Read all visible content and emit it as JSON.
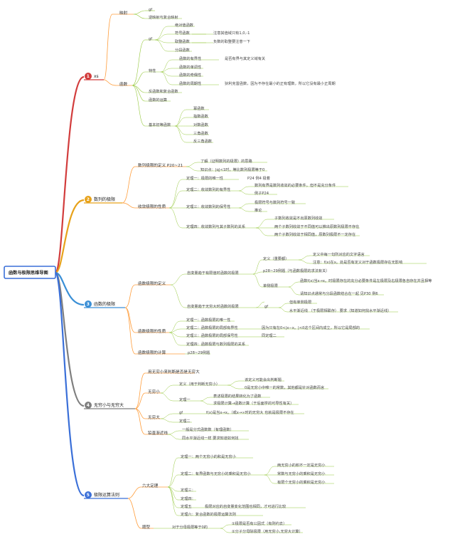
{
  "root": "函数与极限思维导图",
  "colors": {
    "root": "#3a6fd8",
    "b1": "#d23c3c",
    "b2": "#e7a21a",
    "b3": "#3a8fd6",
    "b4": "#7f7f7f",
    "b5": "#3a6fd8",
    "sub": "#ff9d3b",
    "leaf": "#95c83c"
  },
  "branches": [
    {
      "num": "1",
      "label": "xs"
    },
    {
      "num": "2",
      "label": "数列的极限"
    },
    {
      "num": "3",
      "label": "函数的极限"
    },
    {
      "num": "4",
      "label": "无穷小与无穷大"
    },
    {
      "num": "5",
      "label": "极限运算法则"
    }
  ],
  "b1": {
    "yingshe": "映射",
    "y_sup": "gf",
    "y_comp": "逆映射与复合映射",
    "hanshu": "函数",
    "gf": "gf",
    "g1": "绝对值函数",
    "g2": "符号函数",
    "g2n": "注意其值域只有1,0,-1",
    "g3": "取整函数",
    "g3n": "负数的取整要注意一下",
    "g4": "分段函数",
    "texing": "特性",
    "tx1": "函数的有界性",
    "tx1n": "是否有界与其定义域有关",
    "tx2": "函数的单调性",
    "tx3": "函数的奇偶性",
    "tx4": "函数的周期性",
    "tx4n": "狄利克雷函数，因为不存在最小的正有理数，所以它没有最小正周期",
    "h3": "反函数和复合函数",
    "h4": "函数的运算",
    "h5": "基本初等函数",
    "e1": "幂函数",
    "e2": "指数函数",
    "e3": "对数函数",
    "e4": "三角函数",
    "e5": "反三角函数"
  },
  "b2": {
    "def": "数列极限的定义 P20~21",
    "d1": "了解（证明数列的极限）的思路",
    "d2": "知识点：|q|<1时，等比数列极限等于0",
    "prop": "收敛极限的性质",
    "p1": "定理一：极限的唯一性",
    "p1n": "P24 例4 极着",
    "p2": "定理二：收敛数列的有界性",
    "p2a": "数列有界是数列收敛的必要条件，但不是充分条件",
    "p2b": "例子P24",
    "p3": "定理三：收敛数列的保号性",
    "p3a": "极限符号与数列符号一致",
    "p3b": "推论",
    "p4": "定理四：收敛数列与其子数列的关系",
    "p4a": "子数列收敛是不出原数列收敛",
    "p4b": "两个子数列收敛于不同值可以推出原数列极限不存在",
    "p4c": "两个子数列收敛于相同值，原数列极限不一定存在"
  },
  "b3": {
    "def": "函数极限的定义",
    "x0": "自变量趋于有限值时函数的极限",
    "x0a": "定义（重要都）",
    "x0a1": "定义中每一句所对应的文字语言",
    "x0a2": "注意：f(x)在x。处是否有定义对于函数极限存在无影响",
    "x0b": "p28~29例题（与函数极限的求法有关）",
    "x0c": "单侧极限",
    "x0c1": "函数f(x)当x→x。时极限存在的充分必要条件是左极限及右极限各自存在并且相等",
    "x0c2": "请知识点通常与分段函数结合在一起 见P30 例6",
    "xi": "自变量趋于无穷大时函数的极限",
    "xi_gf": "gf",
    "xi1": "但有单侧极限",
    "xi2": "水平渐近线 （于极限相联存） 要求（知道如何找水平渐近线）",
    "prop": "函数极限的性质",
    "q1": "定理一：函数极限的唯一性",
    "q2": "定理二：函数极限的局部有界性",
    "q2n": "因为只有在0<|x−x。|<δ这个区间内成立，所以它是局部的",
    "q3": "定理三：函数极限的局部保号性",
    "q3n": "同定理二",
    "q4": "定理四：函数极限与数列极限的关系",
    "calc": "函数极限的计算",
    "calcn": "p28~29例题"
  },
  "b4": {
    "a": "用无穷小来判断是否是无穷大",
    "wxx": "无穷小",
    "wd": "定义（用于判断无穷小）",
    "wd1": "该定义可能会出判断题",
    "wd2": "0是无穷小中唯一的常数，其他都是针对函数而言",
    "wt": "定理一",
    "wt1": "表述极限的结果转化为了函数",
    "wt2": "求极限计算→函数计算（于后面学的可导性有关）",
    "wqd": "无穷大",
    "wqd_gf": "gf",
    "wqd_note": "f(x)是当x→x。（或x→∞时的无穷大 也就是极限不存在",
    "wqd_t2": "定理二",
    "asym": "铅直渐近线",
    "as1": "一般是分式函数数（有理函数）",
    "as2": "同水平渐近线一样 要求知道如何找"
  },
  "b5": {
    "six": "六大定理",
    "t1": "定理一：两个无穷小的和是无穷小",
    "t2": "定理二：有界函数与无穷小的乘积是无穷小",
    "t2a": "两无穷小的积不一定是无穷小",
    "t2b": "常数与无穷小的乘积是无穷小",
    "t2c": "有限个无穷小的乘积是无穷小",
    "t3": "定理三：",
    "t4": "定理四：",
    "t5": "定理五",
    "t5n": "极限对应的自变量变化范围也相同，才可进行比较",
    "t6": "定理六：复合函数的极限运算法则",
    "tx": "题型",
    "txa": "对于分母极限等于0的",
    "txa1": "①极限是否有公因式（有则约去）",
    "txa2": "②分子分母除极限（用无穷小,无穷大计算）"
  }
}
